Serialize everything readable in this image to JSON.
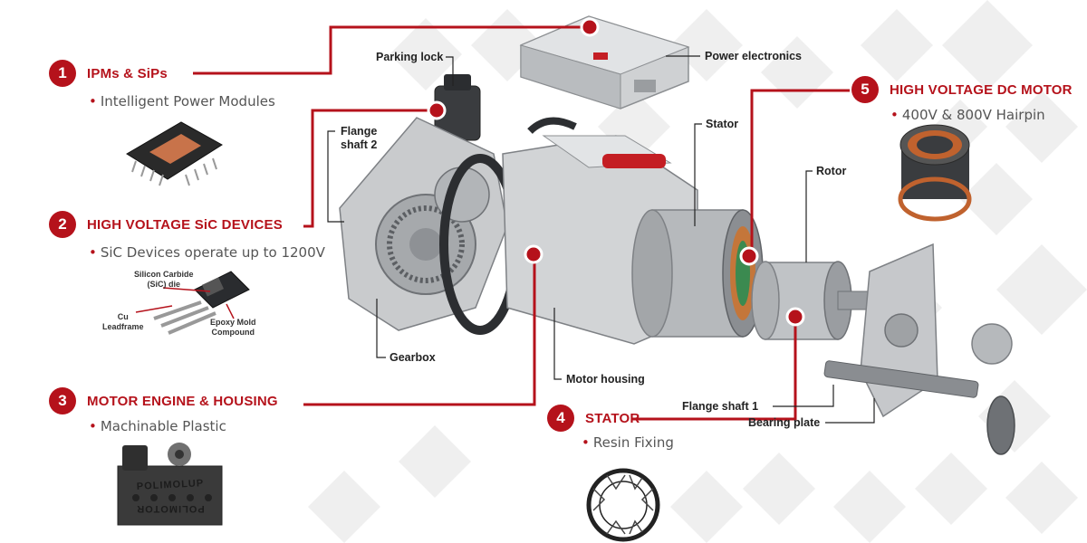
{
  "callouts": [
    {
      "num": "1",
      "title": "IPMs & SiPs",
      "sub": "Intelligent Power Modules"
    },
    {
      "num": "2",
      "title": "HIGH VOLTAGE SiC DEVICES",
      "sub": "SiC Devices operate up to 1200V"
    },
    {
      "num": "3",
      "title": "MOTOR ENGINE & HOUSING",
      "sub": "Machinable Plastic"
    },
    {
      "num": "4",
      "title": "STATOR",
      "sub": "Resin Fixing"
    },
    {
      "num": "5",
      "title": "HIGH VOLTAGE DC MOTOR",
      "sub": "400V & 800V Hairpin"
    }
  ],
  "component_labels": {
    "parking_lock": "Parking lock",
    "power_electronics": "Power electronics",
    "flange_shaft_2_line1": "Flange",
    "flange_shaft_2_line2": "shaft 2",
    "stator": "Stator",
    "rotor": "Rotor",
    "gearbox": "Gearbox",
    "motor_housing": "Motor housing",
    "flange_shaft_1": "Flange shaft 1",
    "bearing_plate": "Bearing plate"
  },
  "sic_diagram": {
    "die_line1": "Silicon Carbide",
    "die_line2": "(SiC) die",
    "cu_line1": "Cu",
    "cu_line2": "Leadframe",
    "mold_line1": "Epoxy Mold",
    "mold_line2": "Compound"
  },
  "plastic_block_text": {
    "top": "POLIMOLUP",
    "bottom": "POLIMOTOR"
  },
  "colors": {
    "accent": "#b5121b",
    "text": "#555555",
    "label": "#222222",
    "background_diamonds": "#eeeeee"
  }
}
